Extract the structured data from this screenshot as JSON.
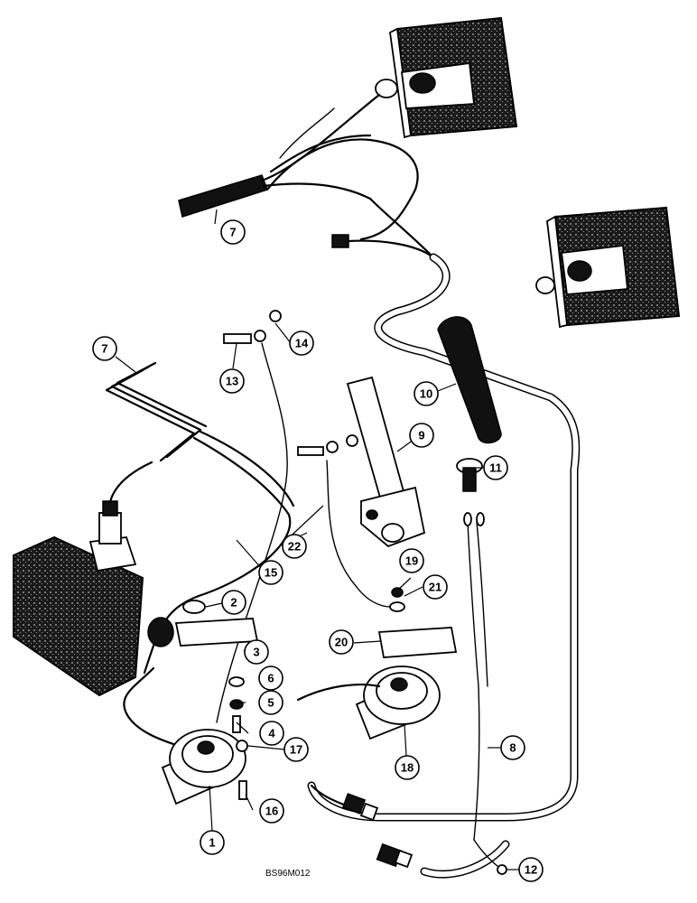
{
  "figure_code": "BS96M012",
  "callouts": [
    {
      "id": "c1",
      "label": "1"
    },
    {
      "id": "c2",
      "label": "2"
    },
    {
      "id": "c3",
      "label": "3"
    },
    {
      "id": "c4",
      "label": "4"
    },
    {
      "id": "c5",
      "label": "5"
    },
    {
      "id": "c6",
      "label": "6"
    },
    {
      "id": "c7a",
      "label": "7"
    },
    {
      "id": "c7b",
      "label": "7"
    },
    {
      "id": "c8",
      "label": "8"
    },
    {
      "id": "c9",
      "label": "9"
    },
    {
      "id": "c10",
      "label": "10"
    },
    {
      "id": "c11",
      "label": "11"
    },
    {
      "id": "c12",
      "label": "12"
    },
    {
      "id": "c13",
      "label": "13"
    },
    {
      "id": "c14",
      "label": "14"
    },
    {
      "id": "c15",
      "label": "15"
    },
    {
      "id": "c16",
      "label": "16"
    },
    {
      "id": "c17",
      "label": "17"
    },
    {
      "id": "c18",
      "label": "18"
    },
    {
      "id": "c19",
      "label": "19"
    },
    {
      "id": "c20",
      "label": "20"
    },
    {
      "id": "c21",
      "label": "21"
    },
    {
      "id": "c22",
      "label": "22"
    }
  ]
}
